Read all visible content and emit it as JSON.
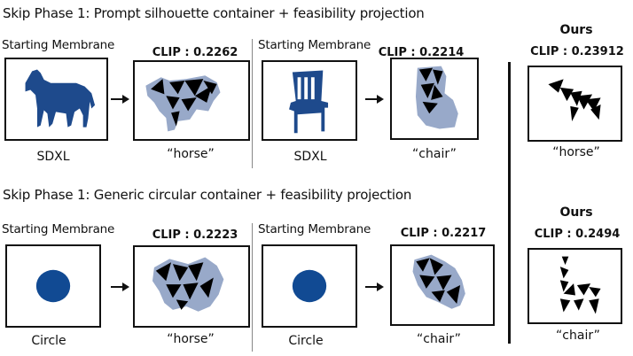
{
  "sections": {
    "top_title": "Skip Phase 1: Prompt silhouette container + feasibility projection",
    "bottom_title": "Skip Phase 1: Generic circular container + feasibility projection"
  },
  "labels": {
    "starting_membrane": "Starting Membrane",
    "sdxl": "SDXL",
    "circle": "Circle",
    "ours": "Ours"
  },
  "prompts": {
    "horse": "“horse”",
    "chair": "“chair”"
  },
  "clip_scores": {
    "top_horse": "CLIP : 0.2262",
    "top_chair": "CLIP : 0.2214",
    "ours_horse": "CLIP : 0.23912",
    "bottom_horse": "CLIP : 0.2223",
    "bottom_chair": "CLIP : 0.2217",
    "ours_chair": "CLIP : 0.2494"
  },
  "colors": {
    "membrane_blue": "#1e4a8c",
    "circle_blue": "#114a93",
    "container_lightblue": "#98a9c9",
    "triangle": "#000000",
    "frame": "#111111"
  },
  "icons": {
    "arrow": "right-arrow-icon"
  }
}
